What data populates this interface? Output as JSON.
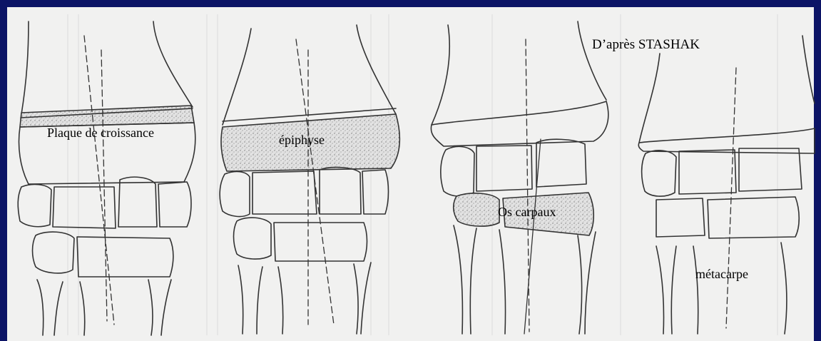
{
  "slide": {
    "background_color": "#0c1466",
    "paper_color": "#f1f1f0",
    "credit": "D’après STASHAK"
  },
  "labels": {
    "growth_plate": "Plaque de croissance",
    "epiphysis": "épiphyse",
    "carpal_bones": "Os carpaux",
    "metacarpal": "métacarpe"
  }
}
